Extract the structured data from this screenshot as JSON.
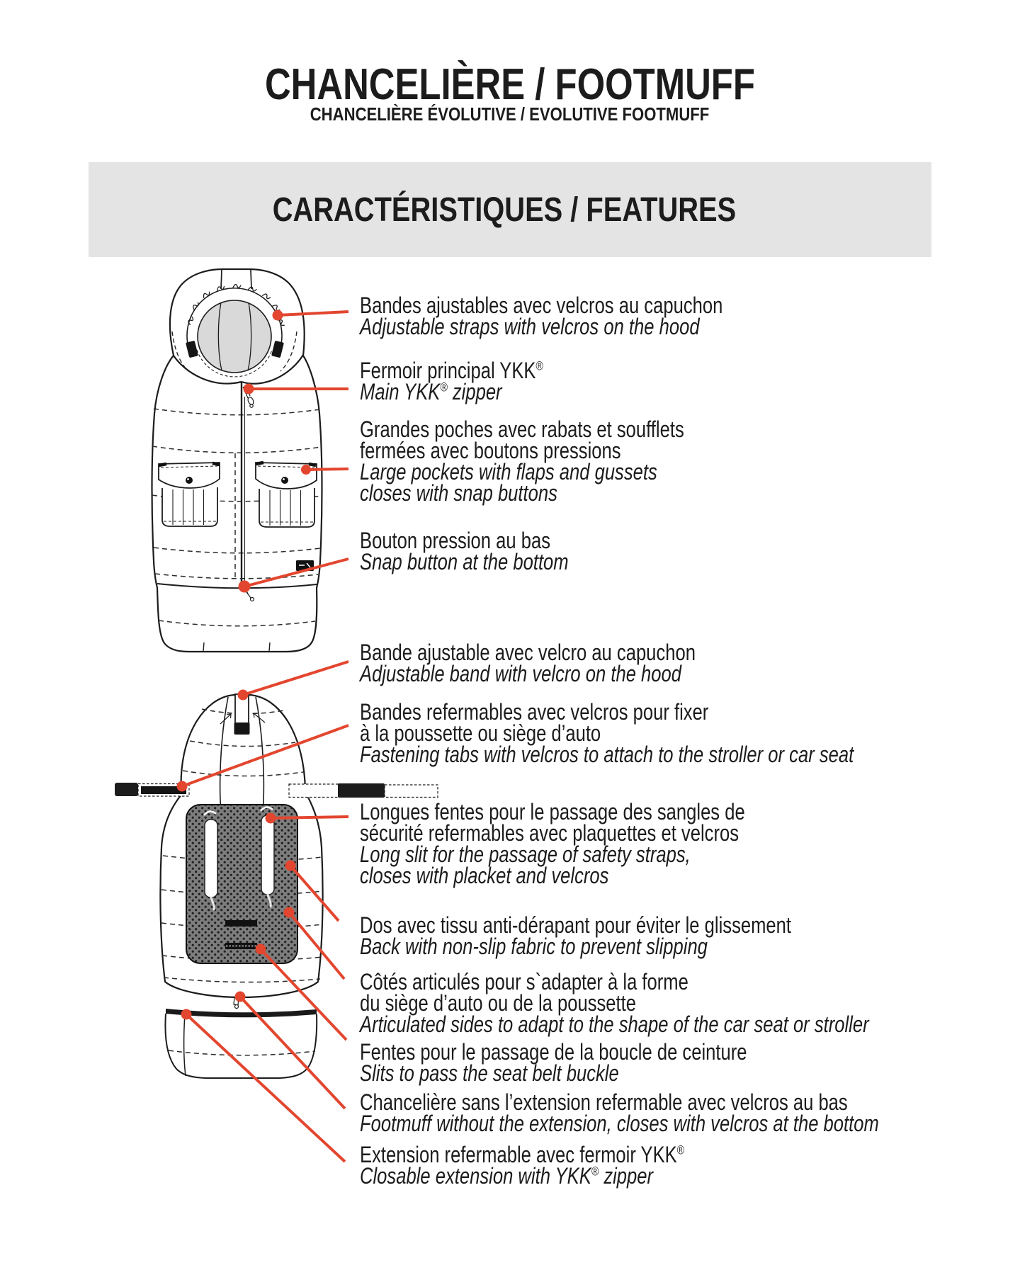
{
  "page": {
    "title": "CHANCELIÈRE / FOOTMUFF",
    "subtitle": "CHANCELIÈRE ÉVOLUTIVE / EVOLUTIVE FOOTMUFF",
    "section_header": "CARACTÉRISTIQUES / FEATURES"
  },
  "colors": {
    "accent_red": "#e3462f",
    "banner_gray": "#e4e4e4",
    "line_black": "#1c1c1c",
    "hood_lining_gray": "#d9d9d9",
    "antislip_panel_gray": "#7d7d7d"
  },
  "callouts": [
    {
      "fr": [
        "Bandes ajustables avec velcros au capuchon"
      ],
      "en": [
        "Adjustable straps with velcros on the hood"
      ]
    },
    {
      "fr": [
        "Fermoir principal YKK®"
      ],
      "en": [
        "Main YKK® zipper"
      ]
    },
    {
      "fr": [
        "Grandes poches avec rabats et soufflets",
        "fermées avec boutons pressions"
      ],
      "en": [
        "Large pockets with flaps and gussets",
        "closes with snap buttons"
      ]
    },
    {
      "fr": [
        "Bouton pression au bas"
      ],
      "en": [
        "Snap button at the bottom"
      ]
    },
    {
      "fr": [
        "Bande ajustable avec velcro au capuchon"
      ],
      "en": [
        "Adjustable band with velcro on the hood"
      ]
    },
    {
      "fr": [
        "Bandes refermables avec velcros pour fixer",
        "à la poussette ou siège d’auto"
      ],
      "en": [
        "Fastening tabs with velcros to attach to the stroller or car seat"
      ]
    },
    {
      "fr": [
        "Longues fentes pour le passage des sangles de",
        "sécurité refermables avec plaquettes et velcros"
      ],
      "en": [
        "Long slit for the passage of safety straps,",
        "closes with placket and velcros"
      ]
    },
    {
      "fr": [
        "Dos avec tissu anti-dérapant pour éviter le glissement"
      ],
      "en": [
        "Back with non-slip fabric to prevent slipping"
      ]
    },
    {
      "fr": [
        "Côtés articulés pour s`adapter à la forme",
        "du siège d’auto ou de la poussette"
      ],
      "en": [
        "Articulated sides to adapt to the shape of the car seat or stroller"
      ]
    },
    {
      "fr": [
        "Fentes pour le passage de la boucle de ceinture"
      ],
      "en": [
        "Slits to pass the seat belt buckle"
      ]
    },
    {
      "fr": [
        "Chancelière sans l’extension refermable avec velcros au bas"
      ],
      "en": [
        "Footmuff without the extension, closes with velcros at the bottom"
      ]
    },
    {
      "fr": [
        "Extension refermable avec fermoir YKK®"
      ],
      "en": [
        "Closable extension with YKK® zipper"
      ]
    }
  ]
}
